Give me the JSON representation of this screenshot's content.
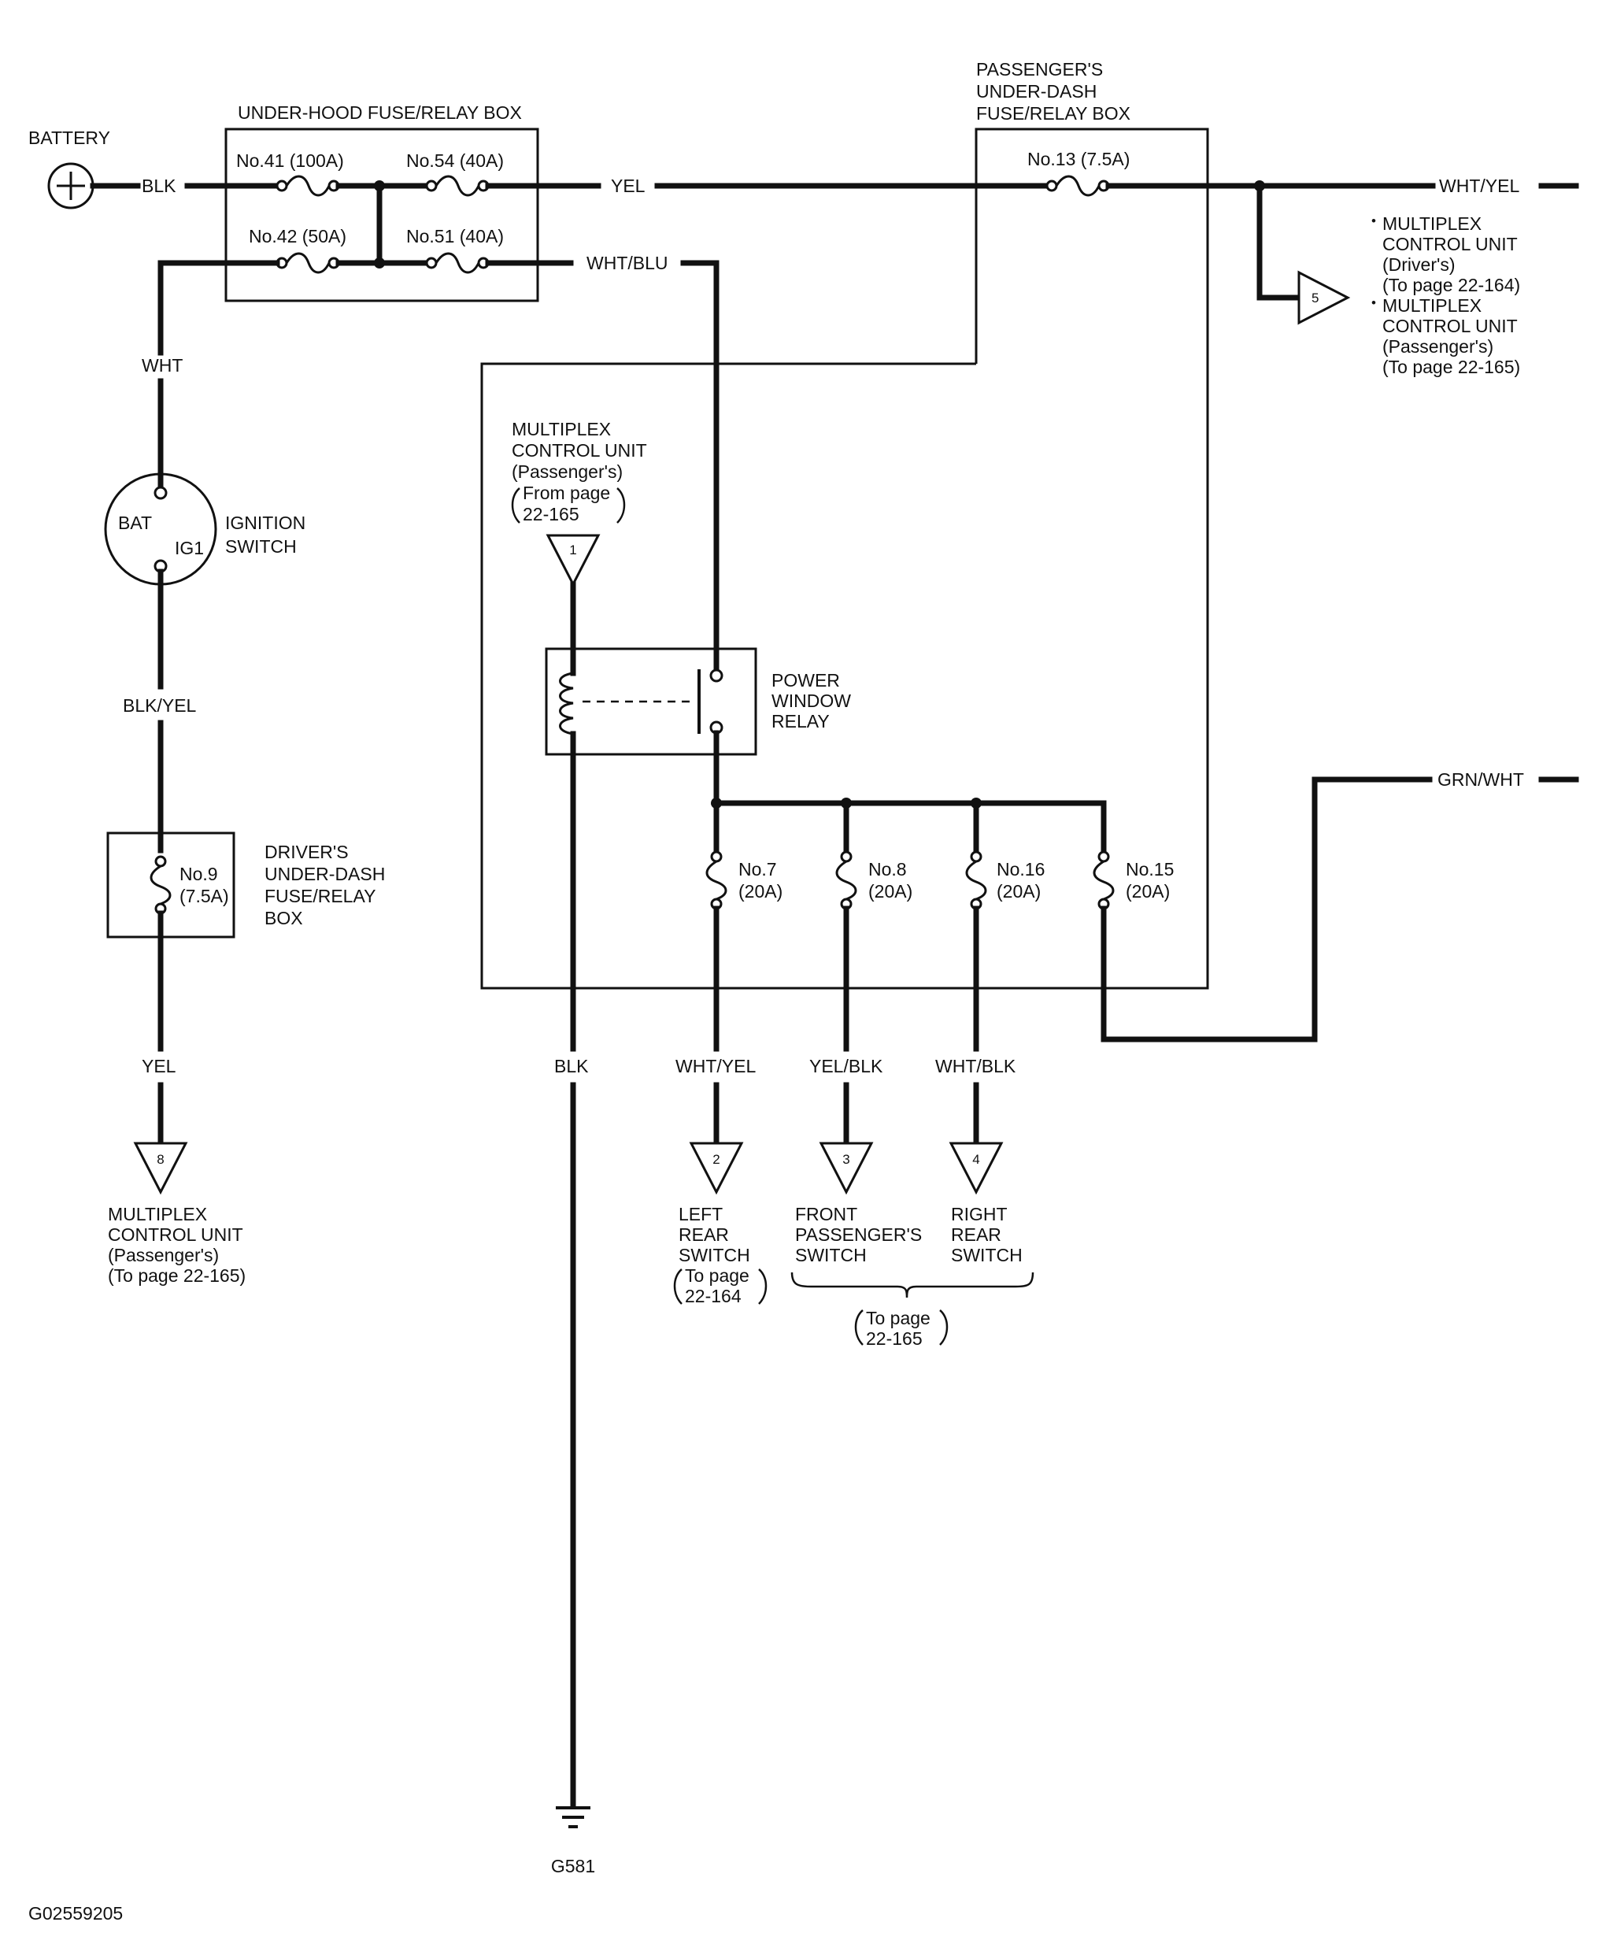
{
  "battery": {
    "label": "BATTERY"
  },
  "under_hood_box": {
    "title": "UNDER-HOOD FUSE/RELAY BOX",
    "fuses": [
      "No.41 (100A)",
      "No.54 (40A)",
      "No.42 (50A)",
      "No.51 (40A)"
    ]
  },
  "passenger_box": {
    "title": [
      "PASSENGER'S",
      "UNDER-DASH",
      "FUSE/RELAY BOX"
    ],
    "fuse_main": "No.13 (7.5A)",
    "fuses": [
      {
        "name": "No.7",
        "rating": "(20A)"
      },
      {
        "name": "No.8",
        "rating": "(20A)"
      },
      {
        "name": "No.16",
        "rating": "(20A)"
      },
      {
        "name": "No.15",
        "rating": "(20A)"
      }
    ]
  },
  "wires": {
    "blk_battery": "BLK",
    "yel_top": "YEL",
    "wht_yel_top": "WHT/YEL",
    "wht_blu": "WHT/BLU",
    "wht": "WHT",
    "blk_yel": "BLK/YEL",
    "yel_bottom": "YEL",
    "blk_ground": "BLK",
    "wht_yel_bottom": "WHT/YEL",
    "yel_blk": "YEL/BLK",
    "wht_blk": "WHT/BLK",
    "grn_wht": "GRN/WHT"
  },
  "ignition_switch": {
    "label": [
      "IGNITION",
      "SWITCH"
    ],
    "bat": "BAT",
    "ig1": "IG1"
  },
  "driver_box": {
    "title": [
      "DRIVER'S",
      "UNDER-DASH",
      "FUSE/RELAY",
      "BOX"
    ],
    "fuse_name": "No.9",
    "fuse_rating": "(7.5A)"
  },
  "relay": {
    "label": [
      "POWER",
      "WINDOW",
      "RELAY"
    ]
  },
  "connectors": {
    "c1": {
      "num": "1",
      "label": [
        "MULTIPLEX",
        "CONTROL UNIT",
        "(Passenger's)",
        "From page",
        "22-165"
      ]
    },
    "c2": {
      "num": "2",
      "label": [
        "LEFT",
        "REAR",
        "SWITCH",
        "To page",
        "22-164"
      ]
    },
    "c3": {
      "num": "3",
      "label": [
        "FRONT",
        "PASSENGER'S",
        "SWITCH"
      ]
    },
    "c4": {
      "num": "4",
      "label": [
        "RIGHT",
        "REAR",
        "SWITCH"
      ]
    },
    "c34_page": [
      "To page",
      "22-165"
    ],
    "c5": {
      "num": "5",
      "label": [
        "MULTIPLEX",
        "CONTROL UNIT",
        "(Driver's)",
        "(To page 22-164)",
        "MULTIPLEX",
        "CONTROL UNIT",
        "(Passenger's)",
        "(To page 22-165)"
      ]
    },
    "c8": {
      "num": "8",
      "label": [
        "MULTIPLEX",
        "CONTROL UNIT",
        "(Passenger's)",
        "(To page 22-165)"
      ]
    }
  },
  "ground": {
    "label": "G581"
  },
  "figure_id": "G02559205"
}
